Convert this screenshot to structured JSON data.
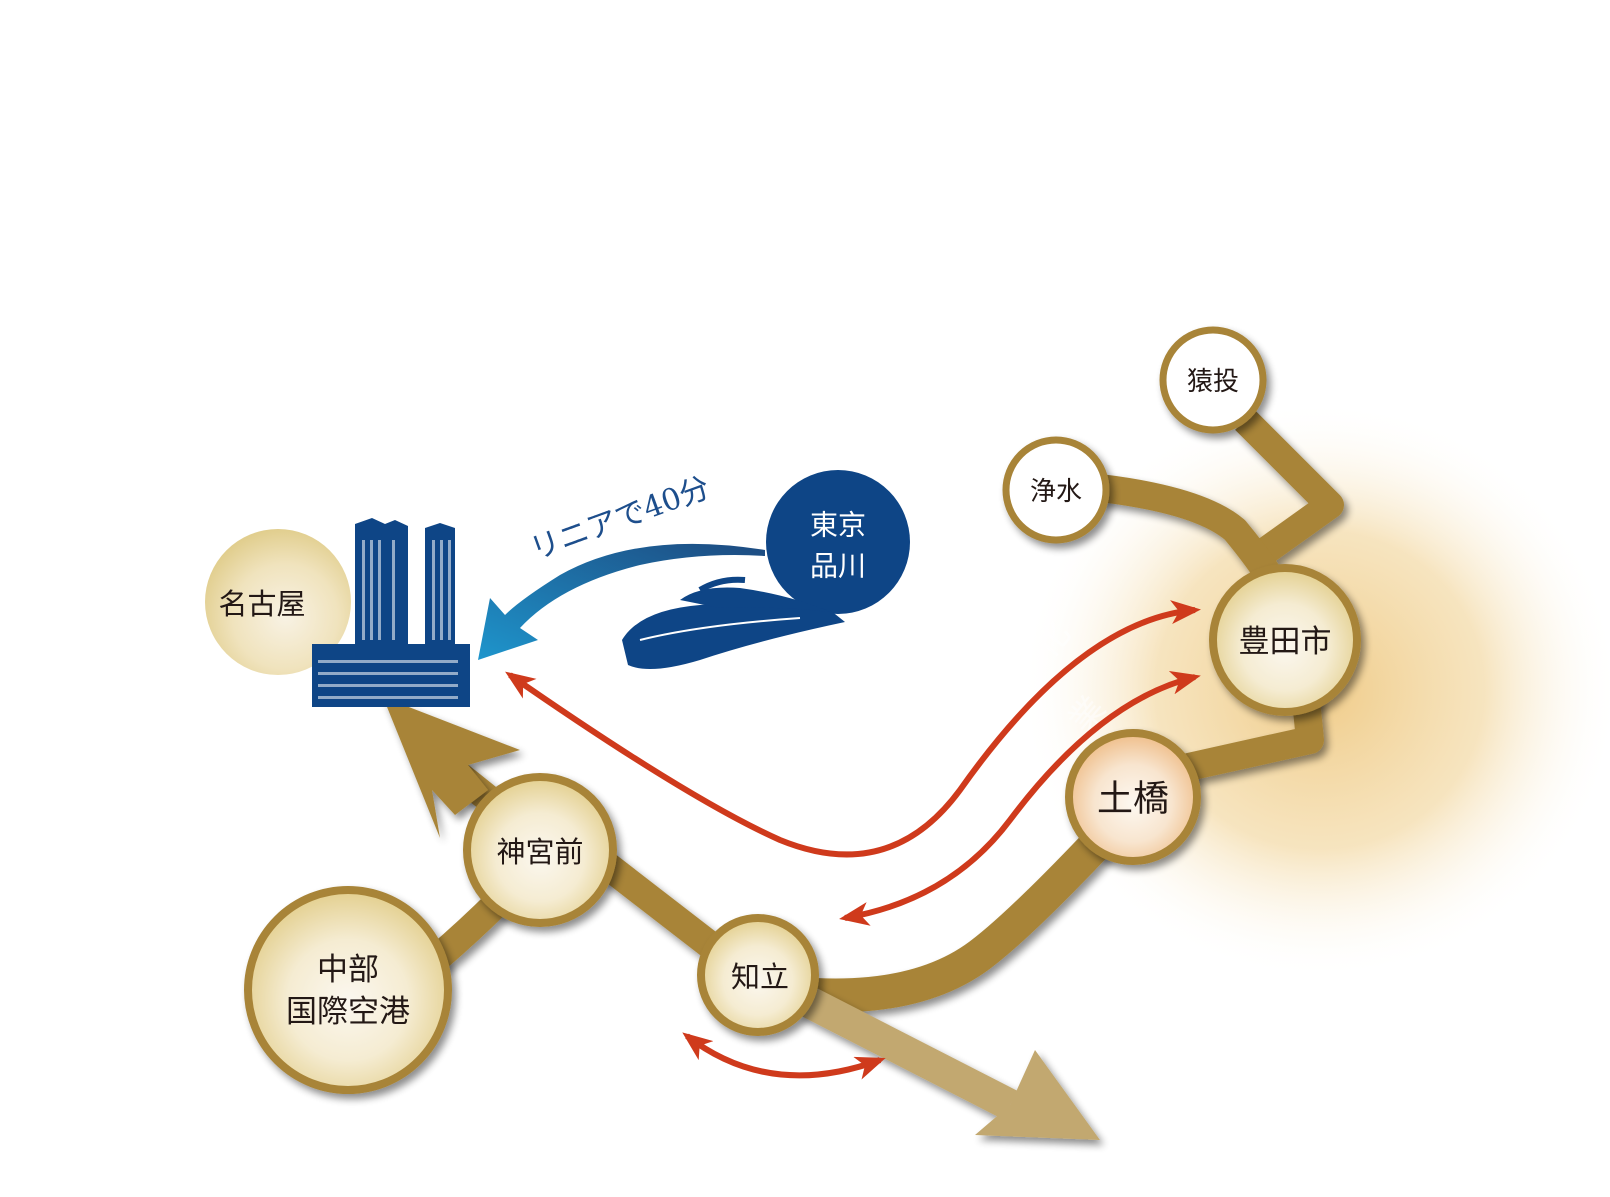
{
  "diagram": {
    "colors": {
      "route": "#a88437",
      "route_light": "#c2a870",
      "station_border": "#a88437",
      "station_fill_inner": "#f8f3e8",
      "station_fill_outer": "#e5d49a",
      "highlight_fill_outer": "#f1c89a",
      "commute_arrow": "#cf3a1c",
      "navy": "#0e4586",
      "linear_arrow_start": "#1f4f86",
      "linear_arrow_end": "#1d90c8",
      "glow": "#f0cf8c"
    },
    "stations": {
      "nagoya": "名古屋",
      "tokyo_line1": "東京",
      "tokyo_line2": "品川",
      "sanage": "猿投",
      "josui": "浄水",
      "toyotashi": "豊田市",
      "tsuchihashi": "土橋",
      "jingumae": "神宮前",
      "centrair_line1": "中部",
      "centrair_line2": "国際空港",
      "chiryu": "知立"
    },
    "linear_caption": "リニアで40分",
    "icons": {
      "building": "nagoya-towers-icon",
      "train": "maglev-train-icon"
    }
  }
}
